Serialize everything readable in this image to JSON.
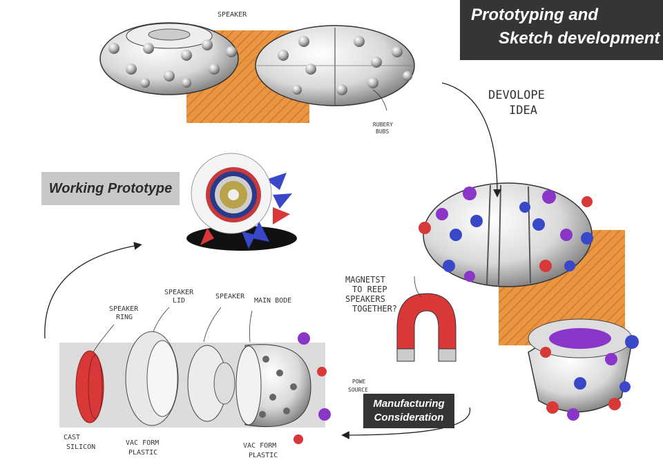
{
  "title": {
    "line1": "Prototyping and",
    "line2": "Sketch development"
  },
  "badges": {
    "working_prototype": "Working Prototype",
    "manufacturing_line1": "Manufacturing",
    "manufacturing_line2": "Consideration"
  },
  "annotations": {
    "speaker_top": "SPEAKER",
    "rubbery_line1": "RUBERY",
    "rubbery_line2": "BUBS",
    "develope_line1": "DEVOLOPE",
    "develope_line2": "IDEA",
    "magnet_line1": "MAGNETST",
    "magnet_line2": "TO REEP",
    "magnet_line3": "SPEAKERS",
    "magnet_line4": "TOGETHER?",
    "speaker_ring_1": "SPEAKER",
    "speaker_ring_2": "RING",
    "speaker_lid_1": "SPEAKER",
    "speaker_lid_2": "LID",
    "speaker_part": "SPEAKER",
    "main_bode": "MAIN BODE",
    "power_source_1": "POWE",
    "power_source_2": "SOURCE",
    "cast_silicon_1": "CAST",
    "cast_silicon_2": "SILICON",
    "vac_form_a_1": "VAC FORM",
    "vac_form_a_2": "PLASTIC",
    "vac_form_b_1": "VAC FORM",
    "vac_form_b_2": "PLASTIC"
  },
  "colors": {
    "accent_orange": "#e88a2c",
    "bud_red": "#d93838",
    "bud_blue": "#3848c8",
    "bud_purple": "#8a36c8",
    "title_bg": "#353535",
    "badge_gray": "#c8c8c8"
  }
}
